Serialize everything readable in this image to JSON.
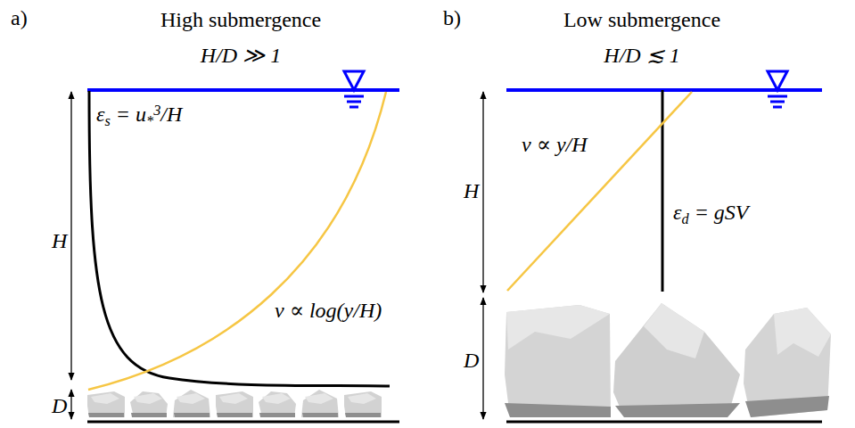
{
  "diagram": {
    "labels": [
      "a)",
      "High submergence",
      "H/D ≫ 1",
      "εs = u*3/H",
      "H",
      "v ∝ log(y/H)",
      "D",
      "b)",
      "Low submergence",
      "H/D ≲ 1",
      "v ∝ y/H",
      "εd = gSV",
      "H",
      "D"
    ]
  }
}
